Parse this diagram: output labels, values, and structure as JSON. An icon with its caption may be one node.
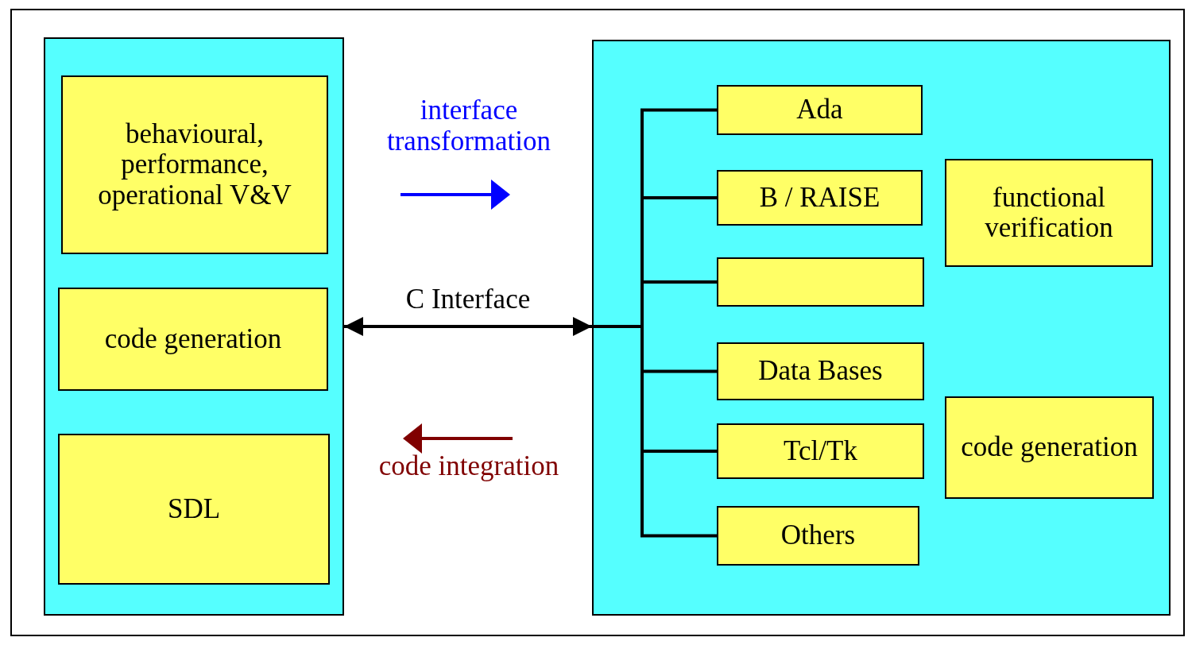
{
  "diagram": {
    "nodes": [
      {
        "text": [],
        "shape": "box"
      },
      {
        "text": [
          "behavioural, performance, operational V&V"
        ],
        "in": 0
      },
      {
        "text": [
          "code generation"
        ],
        "in": 0
      },
      {
        "text": [
          "SDL"
        ],
        "in": 0
      },
      {
        "text": [],
        "shape": "box"
      },
      {
        "text": [
          "Ada"
        ],
        "in": 4
      },
      {
        "text": [
          "B / RAISE"
        ],
        "in": 4
      },
      {
        "text": [],
        "shape": "box",
        "in": 4
      },
      {
        "text": [
          "Data Bases"
        ],
        "in": 4
      },
      {
        "text": [
          "Tcl/Tk"
        ],
        "in": 4
      },
      {
        "text": [
          "Others"
        ],
        "in": 4
      },
      {
        "text": [
          "functional verification"
        ],
        "in": 4
      },
      {
        "text": [
          "code generation"
        ],
        "in": 4
      }
    ],
    "edges": [
      {
        "from": 0,
        "to": 4,
        "arrow": "both",
        "label": "C Interface"
      },
      {
        "from": 4,
        "to": 5,
        "arrow": "none"
      },
      {
        "from": 4,
        "to": 6,
        "arrow": "none"
      },
      {
        "from": 4,
        "to": 7,
        "arrow": "none"
      },
      {
        "from": 4,
        "to": 8,
        "arrow": "none"
      },
      {
        "from": 4,
        "to": 9,
        "arrow": "none"
      },
      {
        "from": 4,
        "to": 10,
        "arrow": "none"
      }
    ],
    "labels": [
      "interface transformation",
      "code integration"
    ]
  }
}
